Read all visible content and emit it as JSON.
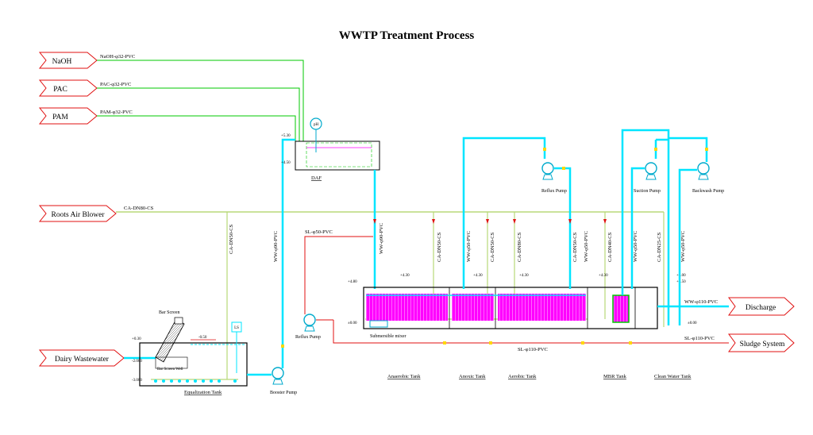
{
  "title": "WWTP Treatment Process",
  "inlets": {
    "naoh": "NaOH",
    "pac": "PAC",
    "pam": "PAM",
    "roots": "Roots Air Blower",
    "dairy": "Dairy Wastewater"
  },
  "outlets": {
    "discharge": "Discharge",
    "sludge": "Sludge System"
  },
  "pipes": {
    "naoh": "NaOH-φ32-PVC",
    "pac": "PAC-φ32-PVC",
    "pam": "PAM-φ32-PVC",
    "air_main": "CA-DN80-CS",
    "ca_dn50_a": "CA-DN50-CS",
    "ww_90_booster": "WW-φ90-PVC",
    "ww_90_daf": "WW-φ90-PVC",
    "sl_50": "SL-φ50-PVC",
    "ca_dn50_b": "CA-DN50-CS",
    "ww_50_a": "WW-φ50-PVC",
    "ca_dn50_c": "CA-DN50-CS",
    "ca_dn80": "CA-DN80-CS",
    "ca_dn50_d": "CA-DN50-CS",
    "ww_50_b": "WW-φ50-PVC",
    "ca_dn40": "CA-DN40-CS",
    "ww_50_c": "WW-φ50-PVC",
    "ca_dn25": "CA-DN25-CS",
    "ww_50_d": "WW-φ50-PVC",
    "ww_110": "WW-φ110-PVC",
    "sl_110_a": "SL-φ110-PVC",
    "sl_110_b": "SL-φ110-PVC"
  },
  "levels": {
    "eq_top": "+0.30",
    "eq_mid": "-2.000",
    "eq_bot": "-3.000",
    "eq_water": "-0.50",
    "daf_top": "+5.30",
    "daf_bot": "+4.50",
    "bio_a": "+4.80",
    "bio_b": "+4.30",
    "bio_c": "+4.30",
    "bio_d": "+4.30",
    "bio_e": "+4.30",
    "bio_bot": "±0.00",
    "cw_top": "+5.00",
    "cw_a": "+4.50",
    "cw_bot": "±0.00"
  },
  "equipment": {
    "bar_screen": "Bar Screen",
    "bar_screen_well": "Bar Screen Well",
    "booster_pump": "Booster Pump",
    "daf": "DAF",
    "ph": "pH",
    "ls": "LS",
    "reflux_pump_1": "Reflux Pump",
    "reflux_pump_2": "Reflux Pump",
    "suction_pump": "Suction Pump",
    "backwash_pump": "Backwash Pump",
    "submersible_mixer": "Submersible mixer"
  },
  "tanks": {
    "equalization": "Equalization Tank",
    "anaerobic": "Anaerobic Tank",
    "anoxic": "Anoxic Tank",
    "aerobic": "Aerobic Tank",
    "mbr": "MBR Tank",
    "clean_water": "Clean Water Tank"
  },
  "colors": {
    "water": "#00e5ff",
    "air": "#b8d878",
    "chemical": "#00c800",
    "sludge": "#e01010",
    "arrow": "#e01010",
    "media": "#ff00ff"
  }
}
